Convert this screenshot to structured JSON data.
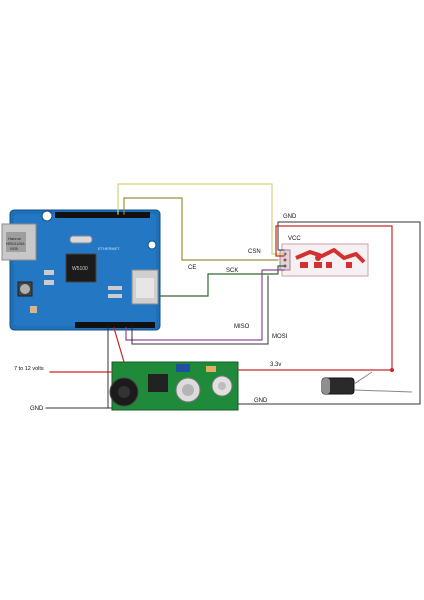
{
  "labels": {
    "gnd_top": "GND",
    "vcc": "VCC",
    "csn": "CSN",
    "ce": "CE",
    "sck": "SCK",
    "miso": "MISO",
    "mosi": "MOSI",
    "volts_in": "7 to 12 volts",
    "gnd_left": "GND",
    "v33": "3.3v",
    "gnd_bottom": "GND"
  },
  "shield_text": {
    "jack_brand": "Hanrun",
    "jack_model": "HR911105A",
    "jack_code": "0935",
    "board_name": "W5100",
    "board_sub": "ETHERNET"
  },
  "colors": {
    "board_blue": "#1f6fb8",
    "wire_yellow": "#d7d27a",
    "wire_olive": "#9a8f3c",
    "wire_green": "#2f6b2f",
    "wire_purple": "#8a4a9a",
    "wire_dark": "#333333",
    "wire_red": "#c62828",
    "wire_gray": "#888888",
    "regulator_green": "#1f8a3a",
    "rf_red": "#d33030"
  }
}
